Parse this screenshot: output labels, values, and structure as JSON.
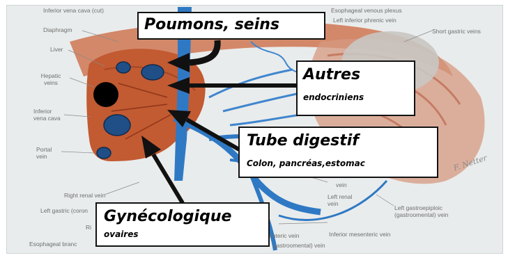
{
  "anatomy_labels": {
    "inferior_vena_cava_top": "Inferior vena cava (cut)",
    "diaphragm": "Diaphragm",
    "liver": "Liver",
    "hepatic_veins": "Hepatic veins",
    "inferior_vena_cava": "Inferior vena cava",
    "portal_vein": "Portal vein",
    "right_renal_vein": "Right renal vein",
    "left_gastric_coronary": "Left gastric (coron",
    "right_partial": "Ri",
    "esophageal_branch": "Esophageal branc",
    "left_inferior_phrenic_vein": "Left inferior phrenic vein",
    "esophageal_venous_plexus": "Esophageal venous plexus",
    "short_gastric_veins": "Short gastric veins",
    "left_renal_vein": "Left renal vein",
    "vein_partial": "vein",
    "left_gastroepiploic": "Left gastroepiploic (gastroomental) vein",
    "inferior_mesenteric_vein": "Inferior mesenteric vein",
    "mesenteric_vein_partial": "enteric vein",
    "gastroomental_partial": "gastroomental) vein"
  },
  "signature": "F. Netter",
  "callouts": {
    "poumons": {
      "title": "Poumons, seins"
    },
    "autres": {
      "title": "Autres",
      "subtitle": "endocriniens"
    },
    "tube": {
      "title": "Tube digestif",
      "subtitle": "Colon, pancréas,estomac"
    },
    "gyneco": {
      "title": "Gynécologique",
      "subtitle": "ovaires"
    }
  },
  "colors": {
    "liver": "#c25a32",
    "muscle": "#c96a45",
    "vein": "#2f79c4",
    "metastasis": "#1f4f86",
    "arrow": "#111111"
  }
}
